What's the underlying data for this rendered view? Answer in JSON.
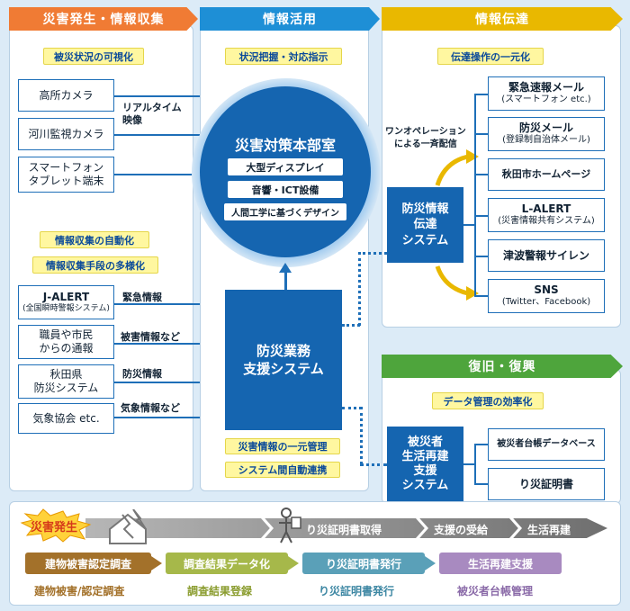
{
  "headers": {
    "collect": "災害発生・情報収集",
    "use": "情報活用",
    "transmit": "情報伝達",
    "recovery": "復旧・復興"
  },
  "collect": {
    "label_visual": "被災状況の可視化",
    "cameras": [
      "高所カメラ",
      "河川監視カメラ",
      "スマートフォン\nタブレット端末"
    ],
    "realtime": "リアルタイム\n映像",
    "label_auto": "情報収集の自動化",
    "label_diverse": "情報収集手段の多様化",
    "sources": [
      {
        "name": "J-ALERT",
        "sub": "(全国瞬時警報システム)",
        "flow": "緊急情報"
      },
      {
        "name": "職員や市民\nからの通報",
        "sub": "",
        "flow": "被害情報など"
      },
      {
        "name": "秋田県\n防災システム",
        "sub": "",
        "flow": "防災情報"
      },
      {
        "name": "気象協会 etc.",
        "sub": "",
        "flow": "気象情報など"
      }
    ]
  },
  "use": {
    "label_command": "状況把握・対応指示",
    "hq_title": "災害対策本部室",
    "hq_items": [
      "大型ディスプレイ",
      "音響・ICT設備",
      "人間工学に基づくデザイン"
    ],
    "support_system": "防災業務\n支援システム",
    "label_unified": "災害情報の一元管理",
    "label_link": "システム間自動連携"
  },
  "transmit": {
    "label_unify": "伝達操作の一元化",
    "one_op": "ワンオペレーション\nによる一斉配信",
    "system": "防災情報\n伝達\nシステム",
    "channels": [
      {
        "name": "緊急速報メール",
        "sub": "(スマートフォン etc.)"
      },
      {
        "name": "防災メール",
        "sub": "(登録制自治体メール)"
      },
      {
        "name": "秋田市ホームページ",
        "sub": ""
      },
      {
        "name": "L-ALERT",
        "sub": "(災害情報共有システム)"
      },
      {
        "name": "津波警報サイレン",
        "sub": ""
      },
      {
        "name": "SNS",
        "sub": "(Twitter、Facebook)"
      }
    ]
  },
  "recovery": {
    "label_efficiency": "データ管理の効率化",
    "system": "被災者\n生活再建\n支援\nシステム",
    "items": [
      "被災者台帳データベース",
      "り災証明書"
    ]
  },
  "flow": {
    "start": "災害発生",
    "top_steps": [
      "り災証明書取得",
      "支援の受給",
      "生活再建"
    ],
    "mid_steps": [
      "建物被害認定調査",
      "調査結果データ化",
      "り災証明書発行",
      "生活再建支援"
    ],
    "bottom_steps": [
      "建物被害/認定調査",
      "調査結果登録",
      "り災証明書発行",
      "被災者台帳管理"
    ],
    "colors": [
      "#a3712a",
      "#a6b84a",
      "#5aa0b8",
      "#a88ac0"
    ]
  },
  "colors": {
    "collect": "#f07b34",
    "use": "#1e8fd6",
    "transmit": "#e9b800",
    "recovery": "#4ea53c",
    "dark_blue": "#1565b0"
  }
}
